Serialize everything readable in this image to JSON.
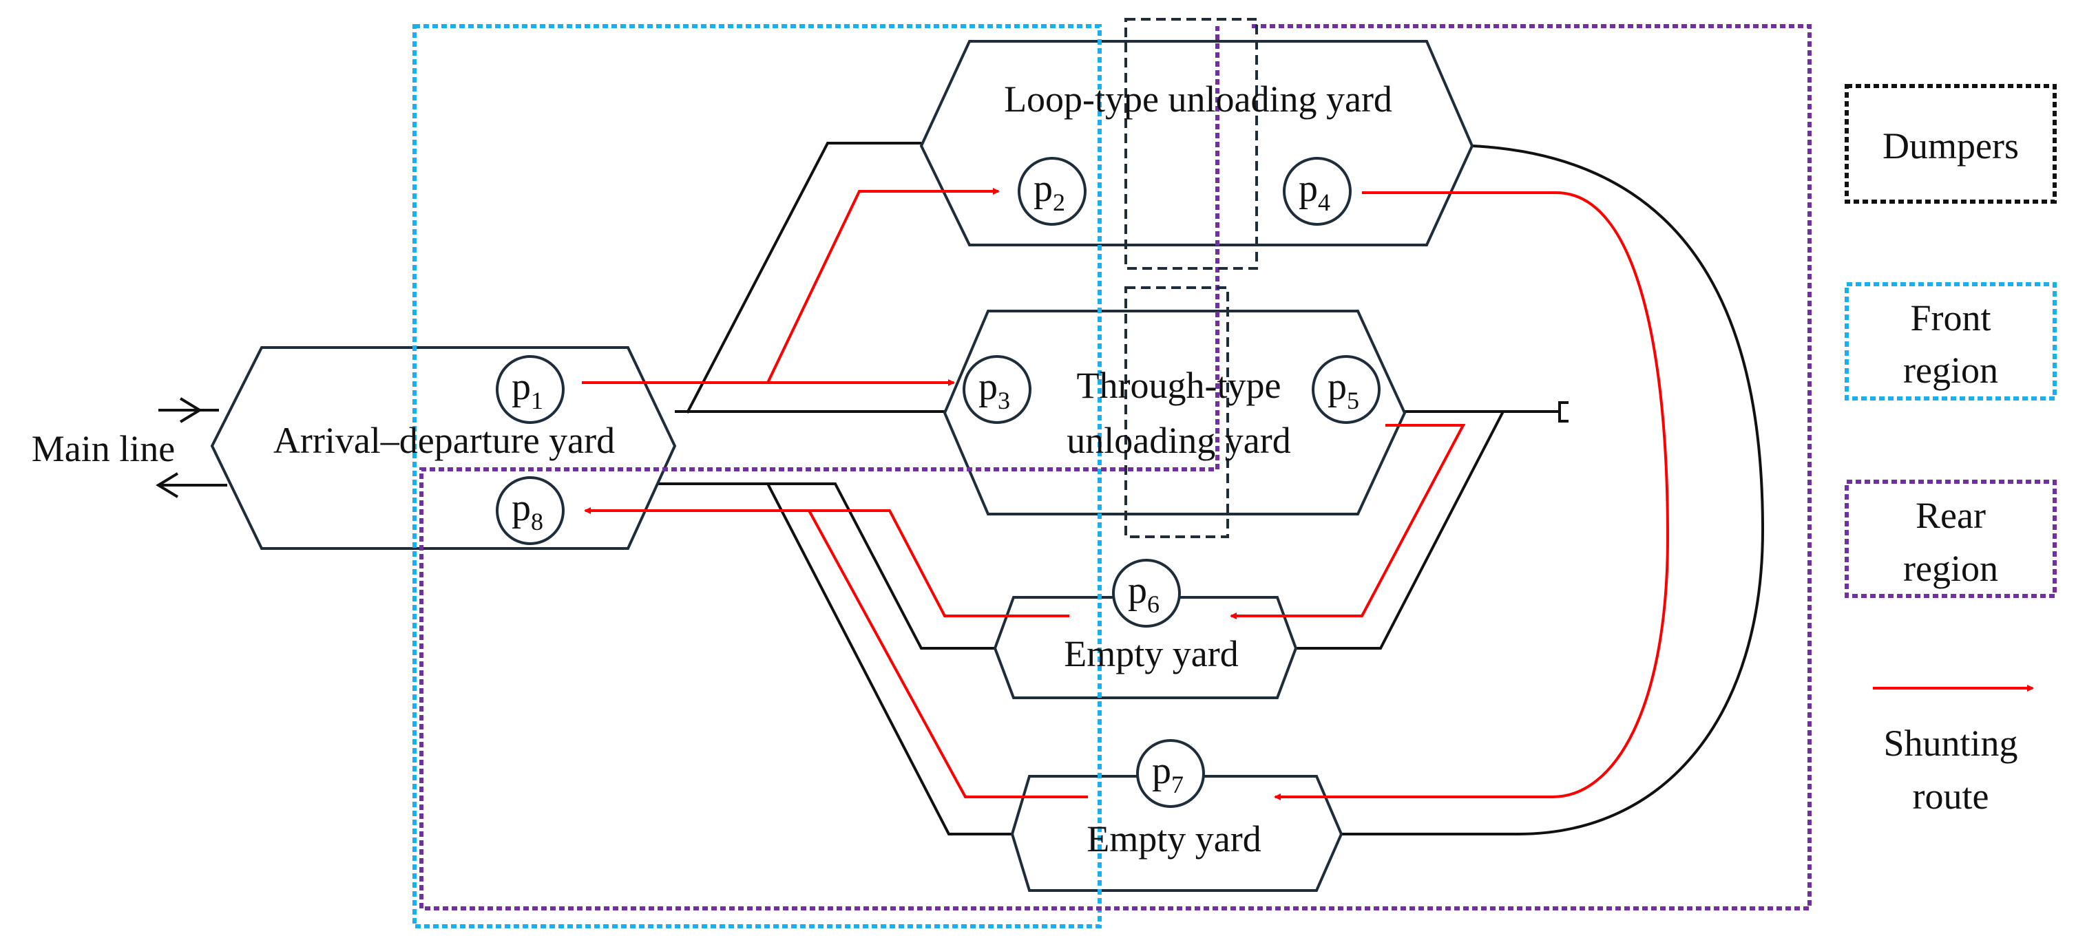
{
  "yards": {
    "arrival_departure": "Arrival–departure yard",
    "loop_unloading": "Loop-type unloading yard",
    "through_unloading_line1": "Through-type",
    "through_unloading_line2": "unloading yard",
    "empty_yard_1": "Empty yard",
    "empty_yard_2": "Empty yard"
  },
  "main_line": "Main line",
  "nodes": [
    {
      "id": "p1",
      "letter": "p",
      "sub": "1"
    },
    {
      "id": "p2",
      "letter": "p",
      "sub": "2"
    },
    {
      "id": "p3",
      "letter": "p",
      "sub": "3"
    },
    {
      "id": "p4",
      "letter": "p",
      "sub": "4"
    },
    {
      "id": "p5",
      "letter": "p",
      "sub": "5"
    },
    {
      "id": "p6",
      "letter": "p",
      "sub": "6"
    },
    {
      "id": "p7",
      "letter": "p",
      "sub": "7"
    },
    {
      "id": "p8",
      "letter": "p",
      "sub": "8"
    }
  ],
  "legend": {
    "dumpers": "Dumpers",
    "front_line1": "Front",
    "front_line2": "region",
    "rear_line1": "Rear",
    "rear_line2": "region",
    "shunting_line1": "Shunting",
    "shunting_line2": "route"
  },
  "colors": {
    "yard_border": "#1f2d3a",
    "track": "#111111",
    "shunting_route": "#ff0000",
    "dumpers_box": "#1f2d3a",
    "front_region": "#1ab0f0",
    "rear_region": "#7030a0"
  }
}
